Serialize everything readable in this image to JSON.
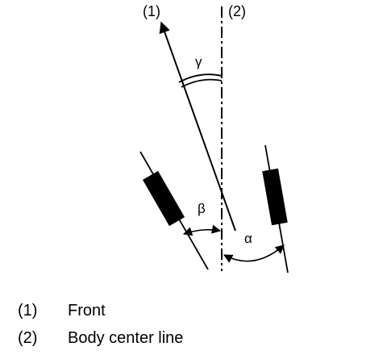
{
  "diagram": {
    "labels": {
      "front_marker": "(1)",
      "centerline_marker": "(2)",
      "gamma": "γ",
      "beta": "β",
      "alpha": "α"
    }
  },
  "legend": [
    {
      "number": "(1)",
      "text": "Front"
    },
    {
      "number": "(2)",
      "text": "Body center line"
    }
  ]
}
